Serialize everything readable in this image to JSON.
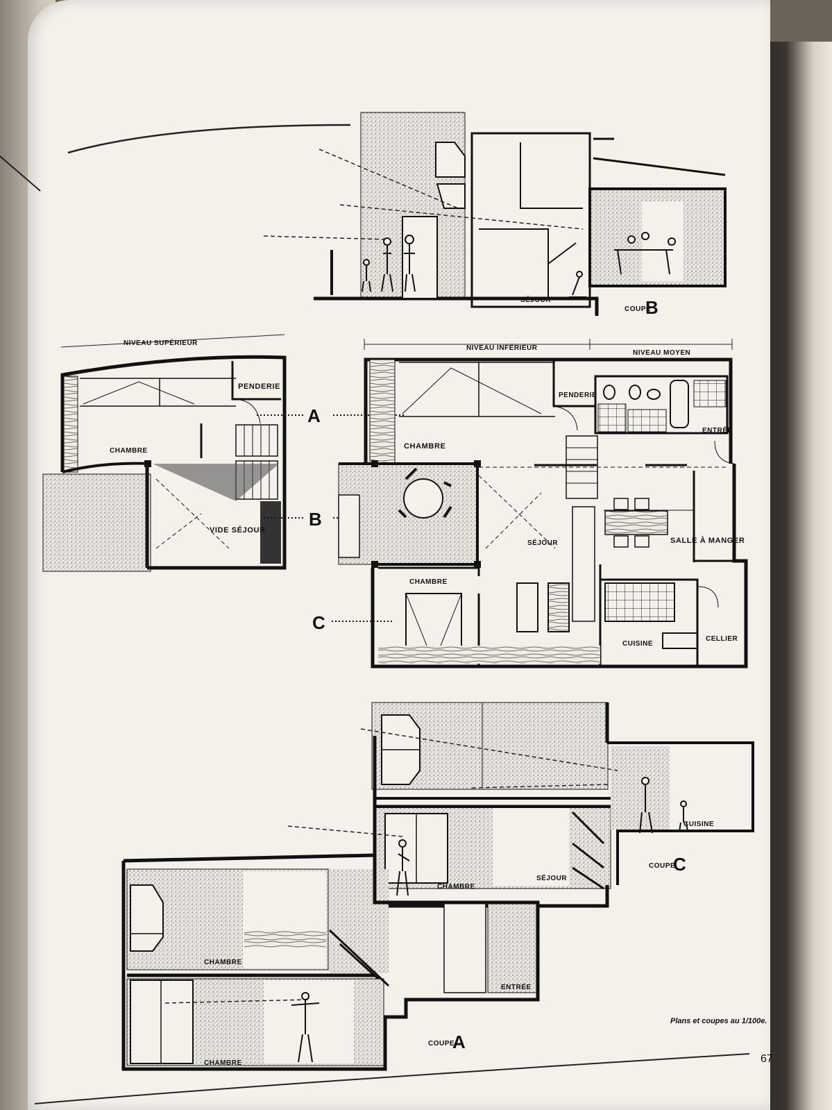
{
  "drawing_labels": {
    "coupe_b": "COUPÉ",
    "coupe_b_letter": "B",
    "sejour_b": "SÉJOUR",
    "niveau_superieur": "NIVEAU SUPÉRIEUR",
    "niveau_inferieur": "NIVEAU INFÉRIEUR",
    "niveau_moyen": "NIVEAU MOYEN",
    "penderie_1": "PENDERIE",
    "penderie_2": "PENDERIE",
    "chambre_1": "CHAMBRE",
    "chambre_2": "CHAMBRE",
    "chambre_3": "CHAMBRE",
    "vide_sejour": "VIDE SÉJOUR",
    "sejour_plan": "SÉJOUR",
    "salle_a_manger": "SALLE À MANGER",
    "entree_plan": "ENTRÉE",
    "cuisine_plan": "CUISINE",
    "cellier": "CELLIER",
    "marker_a": "A",
    "marker_b": "B",
    "marker_c": "C",
    "cuisine_c": "CUISINE",
    "sejour_c": "SÉJOUR",
    "chambre_c": "CHAMBRE",
    "coupe_c": "COUPE",
    "coupe_c_letter": "C",
    "chambre_a1": "CHAMBRE",
    "chambre_a2": "CHAMBRE",
    "entree_a": "ENTRÉE",
    "coupe_a": "COUPE",
    "coupe_a_letter": "A"
  },
  "caption": "Plans et coupes au 1/100e.",
  "page_number": "67"
}
